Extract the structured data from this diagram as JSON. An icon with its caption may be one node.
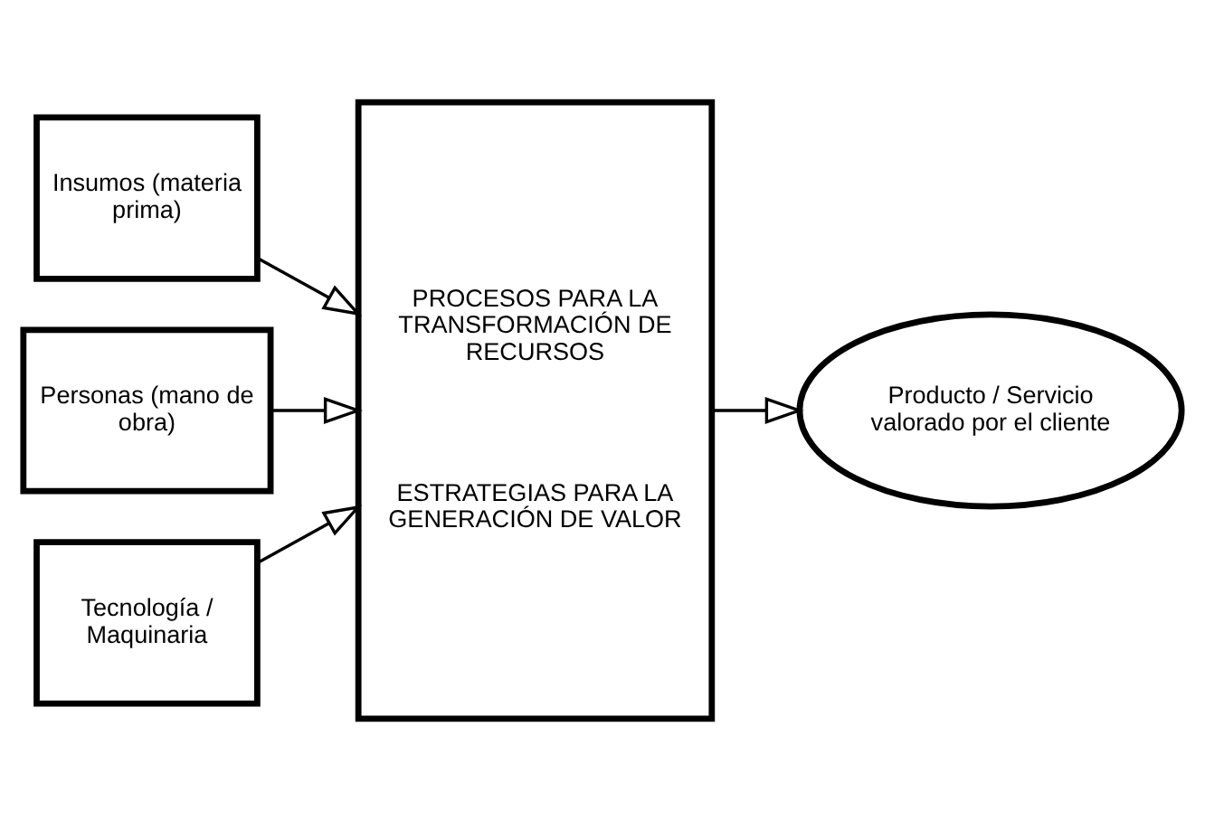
{
  "diagram": {
    "nodes": [
      {
        "text": [
          "Insumos (materia prima)"
        ]
      },
      {
        "text": [
          "Personas (mano de obra)"
        ]
      },
      {
        "text": [
          "Tecnología / Maquinaria"
        ]
      },
      {
        "text": [
          "PROCESOS PARA LA TRANSFORMACIÓN DE RECURSOS",
          "ESTRATEGIAS PARA LA GENERACIÓN DE VALOR"
        ]
      },
      {
        "text": [
          "Producto / Servicio valorado por el cliente"
        ]
      }
    ],
    "edges": [
      {
        "from": 0,
        "to": 3,
        "arrow": "to"
      },
      {
        "from": 1,
        "to": 3,
        "arrow": "to"
      },
      {
        "from": 2,
        "to": 3,
        "arrow": "to"
      },
      {
        "from": 3,
        "to": 4,
        "arrow": "to"
      }
    ]
  }
}
